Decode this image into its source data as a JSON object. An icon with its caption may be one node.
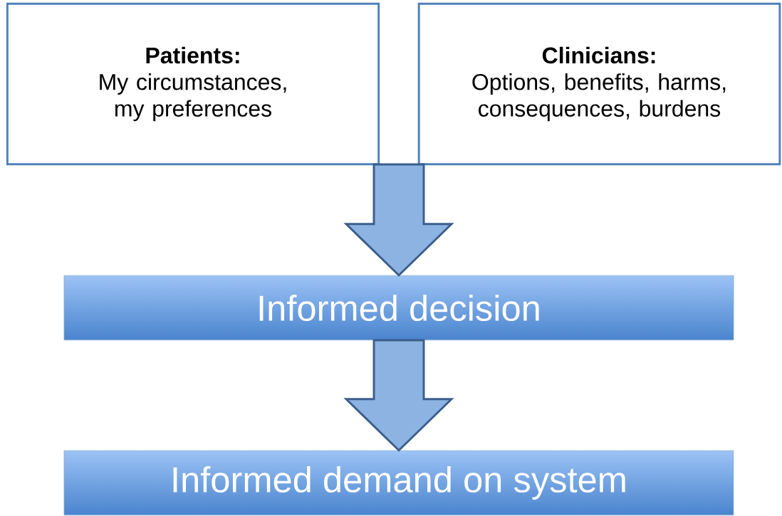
{
  "diagram": {
    "nodes": [
      {
        "text": [
          "Patients:",
          "My circumstances, my preferences"
        ]
      },
      {
        "text": [
          "Clinicians:",
          "Options, benefits, harms, consequences, burdens"
        ]
      },
      {
        "text": [
          "Informed decision"
        ]
      },
      {
        "text": [
          "Informed demand on system"
        ]
      }
    ],
    "edges": [
      {
        "from": 0,
        "to": 2,
        "arrow": "to"
      },
      {
        "from": 1,
        "to": 2,
        "arrow": "to"
      },
      {
        "from": 2,
        "to": 3,
        "arrow": "to"
      }
    ]
  }
}
